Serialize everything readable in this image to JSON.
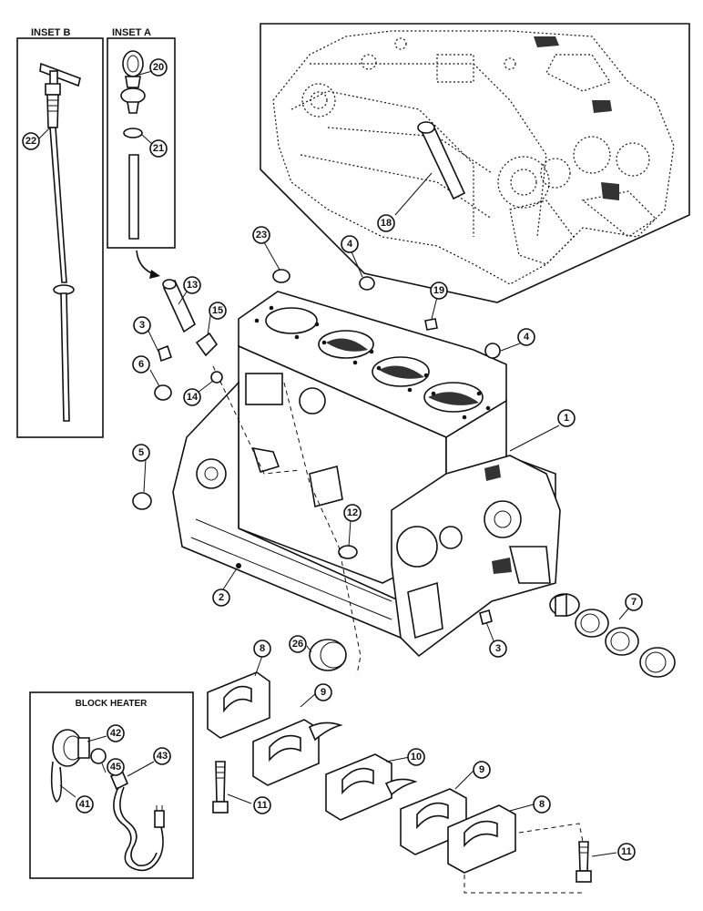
{
  "insets": {
    "b_title": "INSET B",
    "a_title": "INSET A",
    "heater_title": "BLOCK HEATER"
  },
  "callouts": {
    "c1": "1",
    "c2": "2",
    "c3a": "3",
    "c3b": "3",
    "c4a": "4",
    "c4b": "4",
    "c5": "5",
    "c6": "6",
    "c7": "7",
    "c8a": "8",
    "c8b": "8",
    "c9a": "9",
    "c9b": "9",
    "c10": "10",
    "c11a": "11",
    "c11b": "11",
    "c12": "12",
    "c13": "13",
    "c14": "14",
    "c15": "15",
    "c18": "18",
    "c19": "19",
    "c20": "20",
    "c21": "21",
    "c22": "22",
    "c23": "23",
    "c26": "26",
    "c41": "41",
    "c42": "42",
    "c43": "43",
    "c45": "45"
  }
}
